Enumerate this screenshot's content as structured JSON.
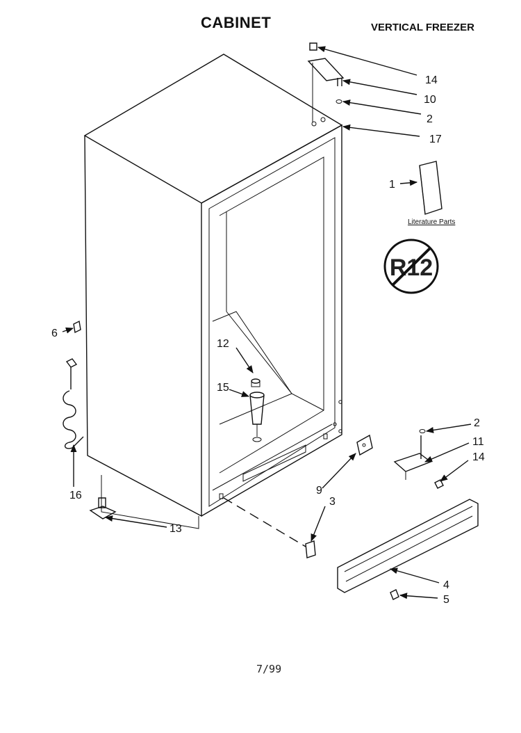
{
  "header": {
    "title": "CABINET",
    "subtitle": "VERTICAL FREEZER"
  },
  "footer": {
    "date_code": "7/99"
  },
  "literature": {
    "label": "Literature Parts"
  },
  "badge": {
    "text": "R12"
  },
  "callouts": [
    {
      "id": "c14a",
      "label": "14"
    },
    {
      "id": "c10",
      "label": "10"
    },
    {
      "id": "c2a",
      "label": "2"
    },
    {
      "id": "c17",
      "label": "17"
    },
    {
      "id": "c1",
      "label": "1"
    },
    {
      "id": "c6",
      "label": "6"
    },
    {
      "id": "c12",
      "label": "12"
    },
    {
      "id": "c15",
      "label": "15"
    },
    {
      "id": "c16",
      "label": "16"
    },
    {
      "id": "c13",
      "label": "13"
    },
    {
      "id": "c2b",
      "label": "2"
    },
    {
      "id": "c11",
      "label": "11"
    },
    {
      "id": "c14b",
      "label": "14"
    },
    {
      "id": "c9",
      "label": "9"
    },
    {
      "id": "c3",
      "label": "3"
    },
    {
      "id": "c4",
      "label": "4"
    },
    {
      "id": "c5",
      "label": "5"
    }
  ]
}
